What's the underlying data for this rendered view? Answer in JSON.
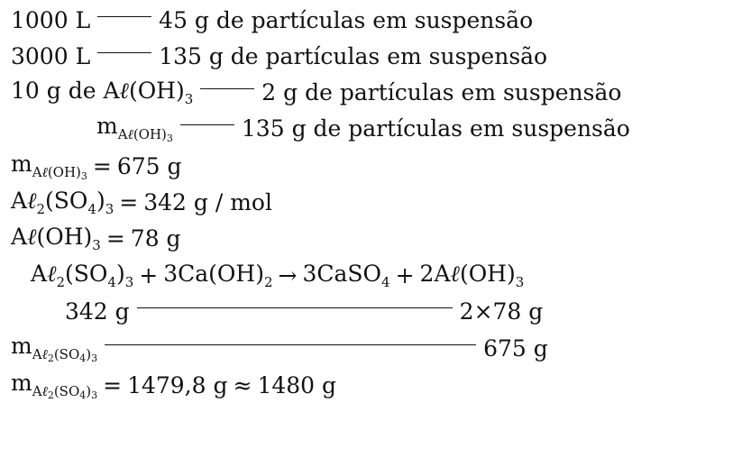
{
  "doc": {
    "line1": {
      "left": "1000 L",
      "right": "45 g de partículas em suspensão"
    },
    "line2": {
      "left": "3000 L",
      "right": "135 g de partículas em suspensão"
    },
    "line3": {
      "left": "10 g de A",
      "ell": "ℓ",
      "oh": "(OH)",
      "oh_sub": "3",
      "right": "2 g de partículas em suspensão"
    },
    "line4": {
      "m": "m",
      "sub_a": "A",
      "sub_ell": "ℓ",
      "sub_oh": "(OH)",
      "sub_3": "3",
      "right": "135 g de partículas em suspensão"
    },
    "line5": {
      "m": "m",
      "sub_a": "A",
      "sub_ell": "ℓ",
      "sub_oh": "(OH)",
      "sub_3": "3",
      "eq": "=",
      "value": "675 g"
    },
    "line6": {
      "a": "A",
      "ell": "ℓ",
      "sub2": "2",
      "so4": "(SO",
      "sub4": "4",
      "close": ")",
      "sub3": "3",
      "eq": "=",
      "value": "342 g / mol"
    },
    "line7": {
      "a": "A",
      "ell": "ℓ",
      "oh": "(OH)",
      "sub3": "3",
      "eq": "=",
      "value": "78 g"
    },
    "line8": {
      "t1_a": "A",
      "t1_ell": "ℓ",
      "t1_sub2": "2",
      "t1_so4": "(SO",
      "t1_sub4": "4",
      "t1_close": ")",
      "t1_sub3": "3",
      "plus1": "+",
      "t2": "3Ca(OH)",
      "t2_sub": "2",
      "arrow": "→",
      "t3": "3CaSO",
      "t3_sub": "4",
      "plus2": "+",
      "t4_a": "2A",
      "t4_ell": "ℓ",
      "t4_oh": "(OH)",
      "t4_sub": "3"
    },
    "line9": {
      "left": "342 g",
      "right": "2×78 g"
    },
    "line10": {
      "m": "m",
      "sub_a": "A",
      "sub_ell": "ℓ",
      "sub_2": "2",
      "sub_so4": "(SO",
      "sub_4": "4",
      "sub_close": ")",
      "sub_3": "3",
      "right": "675 g"
    },
    "line11": {
      "m": "m",
      "sub_a": "A",
      "sub_ell": "ℓ",
      "sub_2": "2",
      "sub_so4": "(SO",
      "sub_4": "4",
      "sub_close": ")",
      "sub_3": "3",
      "eq": "=",
      "value": "1479,8  g",
      "approx": "≈",
      "value2": "1480 g"
    }
  }
}
